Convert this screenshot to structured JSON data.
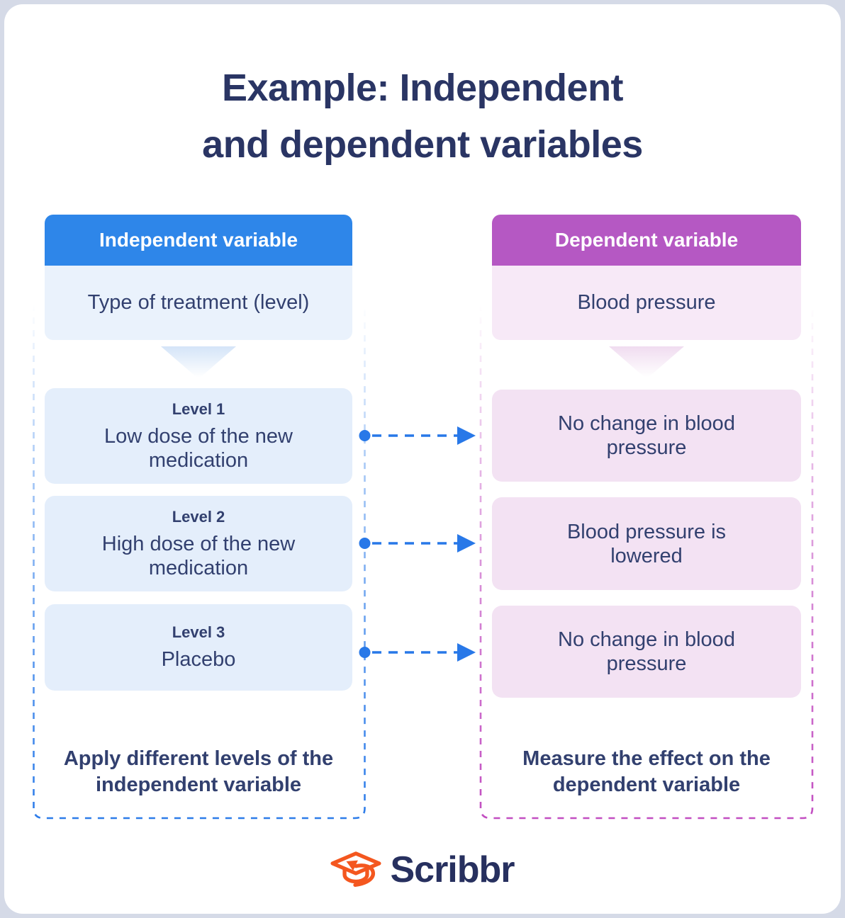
{
  "page": {
    "title_line1": "Example: Independent",
    "title_line2": "and dependent variables"
  },
  "columns": {
    "left": {
      "header": "Independent variable",
      "variable": "Type of treatment (level)",
      "levels": [
        {
          "label": "Level 1",
          "text": "Low dose of the new medication"
        },
        {
          "label": "Level 2",
          "text": "High dose of the new medication"
        },
        {
          "label": "Level 3",
          "text": "Placebo"
        }
      ],
      "caption": "Apply different levels of the independent variable"
    },
    "right": {
      "header": "Dependent variable",
      "variable": "Blood pressure",
      "outcomes": [
        "No change in blood pressure",
        "Blood pressure is lowered",
        "No change in blood pressure"
      ],
      "caption": "Measure the effect on the dependent variable"
    }
  },
  "logo": {
    "text": "Scribbr",
    "icon": "graduation-cap-arrow-icon"
  },
  "theme": {
    "page-bg": "#d5dae7",
    "card-bg": "#ffffff",
    "title-color": "#2a3564",
    "text-color": "#32406f",
    "blue-header": "#2e86e9",
    "blue-box": "#e4eefb",
    "blue-box-light": "#eaf2fc",
    "blue-border": "#2d7ce9",
    "connector-blue": "#2878e8",
    "purple-header": "#b558c3",
    "pink-box": "#f3e2f3",
    "pink-box-light": "#f7e9f7",
    "purple-border": "#c24ec1",
    "logo-orange": "#f4571f",
    "logo-navy": "#27305f"
  }
}
